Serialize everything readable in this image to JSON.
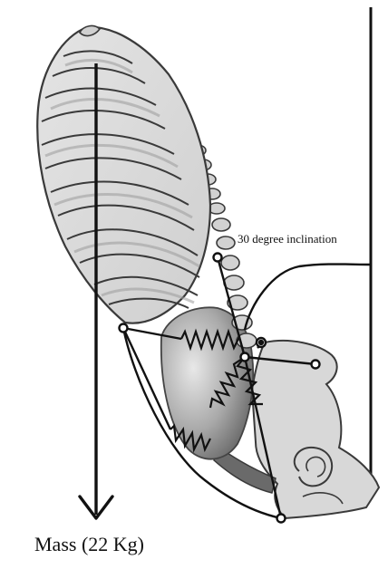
{
  "labels": {
    "inclination": "30 degree inclination",
    "mass": "Mass (22 Kg)"
  },
  "colors": {
    "bone_fill": "#d7d7d7",
    "bone_stroke": "#3a3a3a",
    "line": "#111111",
    "abdomen_dark": "#6e6e6e",
    "abdomen_light": "#e2e2e2"
  },
  "parts": [
    "rib-cage",
    "spine",
    "abdomen",
    "pelvis",
    "springs",
    "mass-vector",
    "vertical-reference"
  ]
}
